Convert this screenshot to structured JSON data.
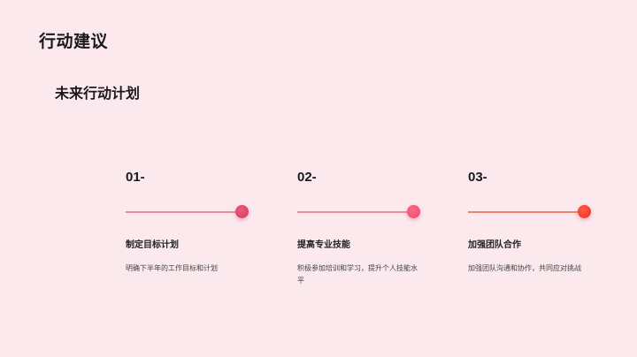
{
  "header": {
    "title": "行动建议",
    "subtitle": "未来行动计划"
  },
  "steps": [
    {
      "number": "01-",
      "heading": "制定目标计划",
      "description": "明确下半年的工作目标和计划",
      "line_color": "#e88aa0",
      "dot_color": "#e0476a"
    },
    {
      "number": "02-",
      "heading": "提高专业技能",
      "description": "积极参加培训和学习，提升个人技能水平",
      "line_color": "#f28a9c",
      "dot_color": "#f54f72"
    },
    {
      "number": "03-",
      "heading": "加强团队合作",
      "description": "加强团队沟通和协作，共同应对挑战",
      "line_color": "#f08070",
      "dot_color": "#f43d2e"
    }
  ]
}
